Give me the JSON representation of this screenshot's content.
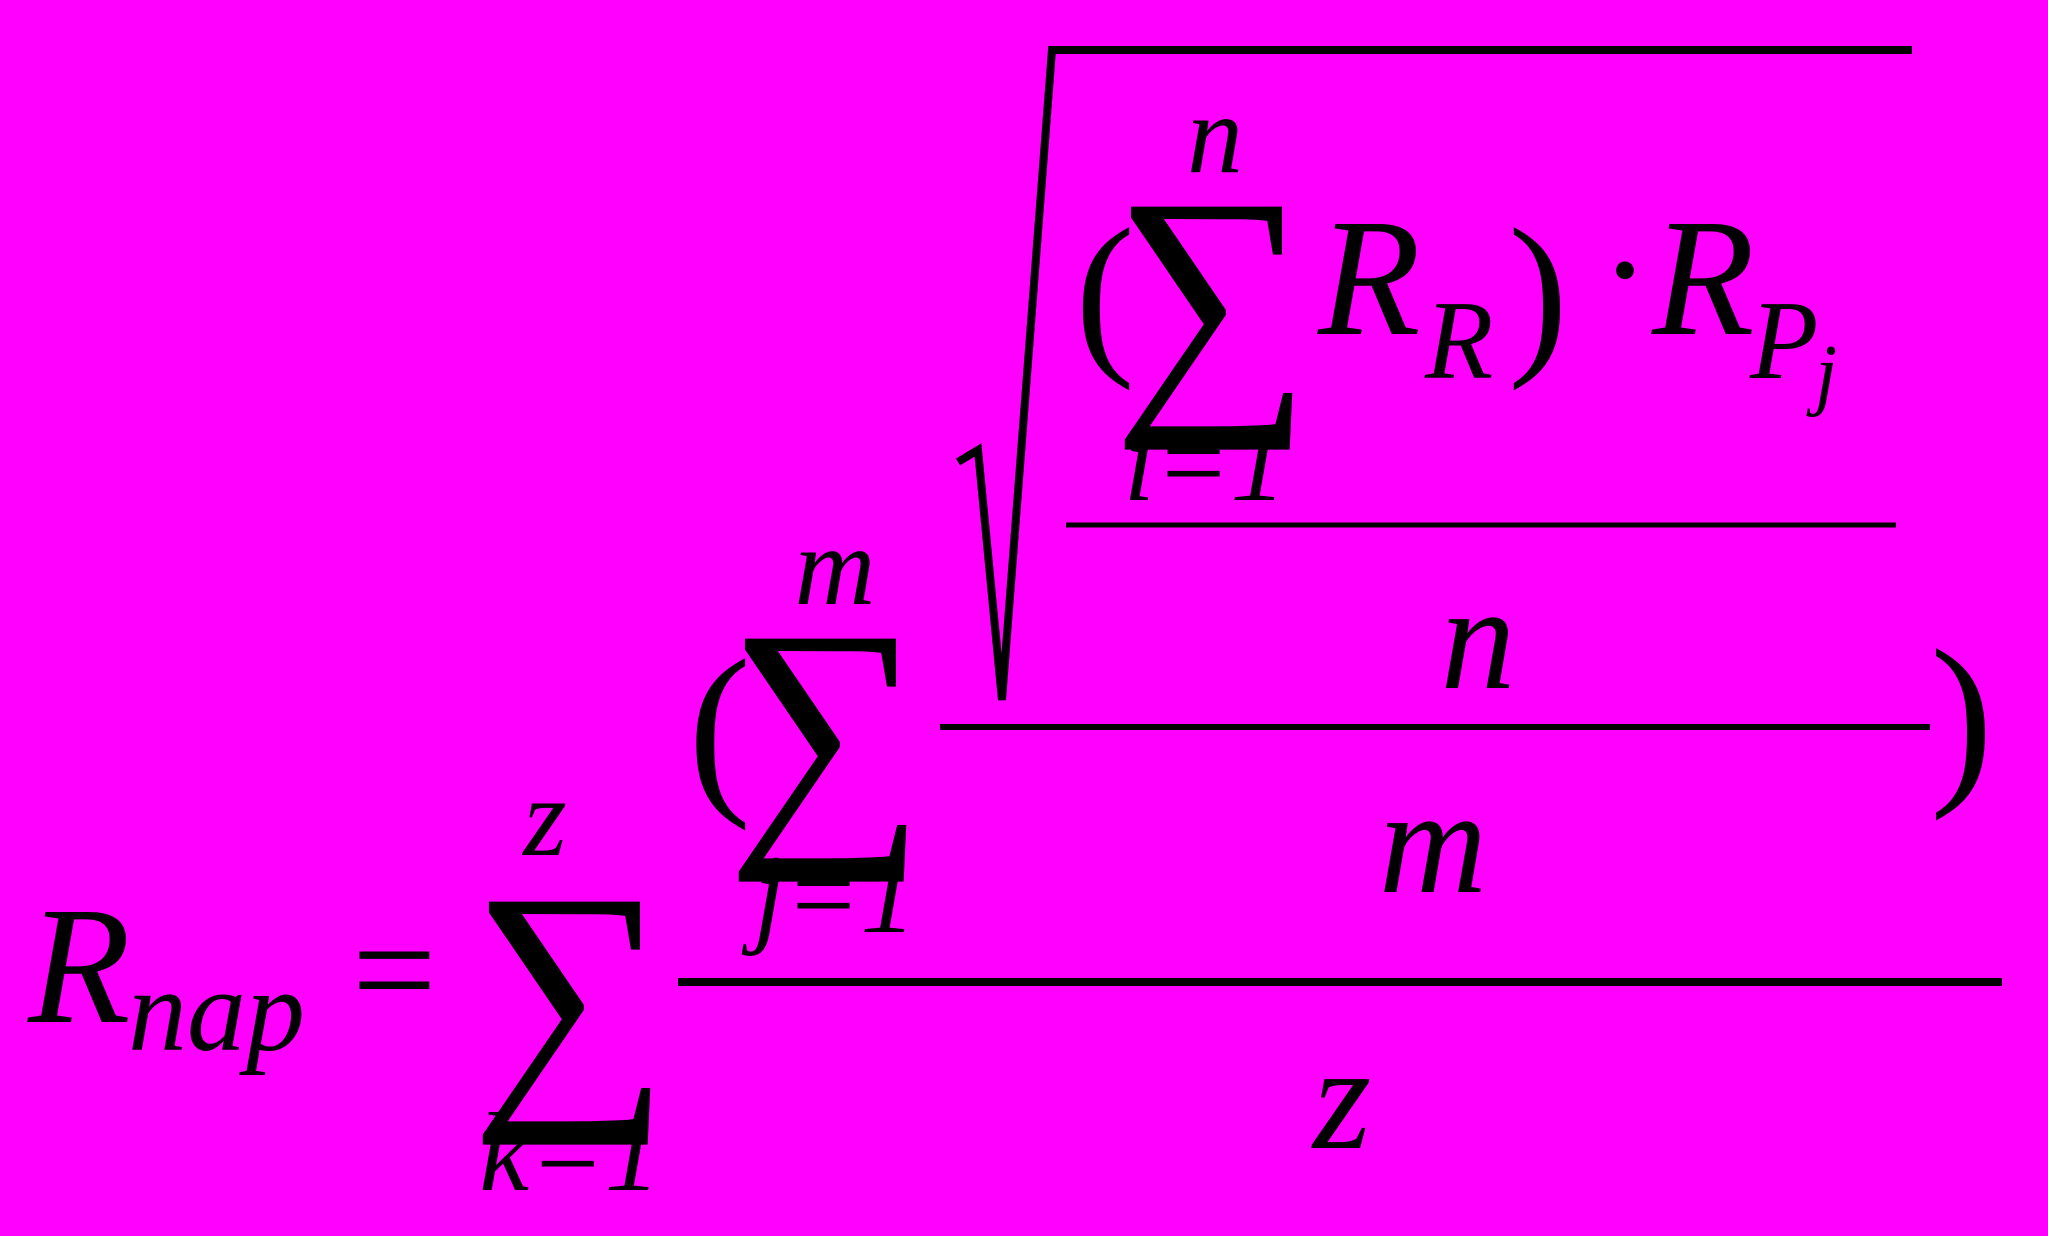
{
  "background_color": "#FF00FF",
  "ink_color": "#000000",
  "formula": {
    "lhs": {
      "symbol": "R",
      "subscript": "nap"
    },
    "equals": "=",
    "outer_sum": {
      "operator": "∑",
      "upper": "z",
      "lower": "k=1"
    },
    "outer_denominator": "z",
    "middle_open_paren": "(",
    "middle_close_paren": ")",
    "middle_sum": {
      "operator": "∑",
      "upper": "m",
      "lower": "j=1"
    },
    "middle_denominator": "m",
    "root_denominator": "n",
    "inner_open_paren": "(",
    "inner_close_paren": ")",
    "inner_sum": {
      "operator": "∑",
      "upper": "n",
      "lower": "i=1"
    },
    "inner_term": {
      "symbol": "R",
      "subscript": "R"
    },
    "dot": "·",
    "pj_term": {
      "symbol": "R",
      "subscript": "P",
      "subsubscript": "j"
    }
  }
}
